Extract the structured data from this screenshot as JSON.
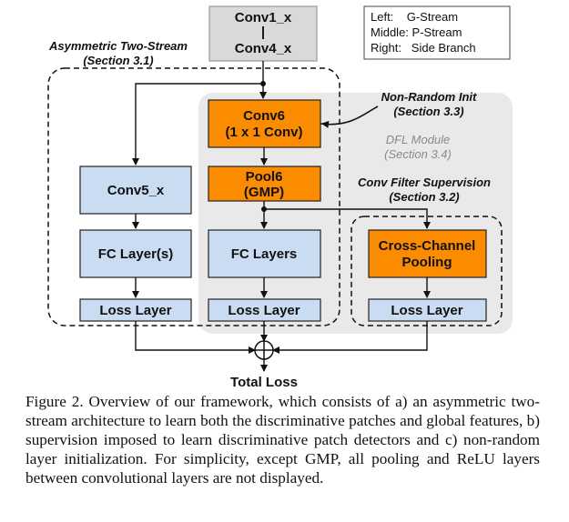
{
  "diagram": {
    "legend": [
      "Left:    G-Stream",
      "Middle: P-Stream",
      "Right:   Side Branch"
    ],
    "top_block": [
      "Conv1_x",
      "|",
      "Conv4_x"
    ],
    "left_group_title": [
      "Asymmetric Two-Stream",
      "(Section 3.1)"
    ],
    "non_random_note": [
      "Non-Random Init",
      "(Section 3.3)"
    ],
    "dfl_note": [
      "DFL Module",
      "(Section 3.4)"
    ],
    "supervision_note": [
      "Conv Filter Supervision",
      "(Section 3.2)"
    ],
    "conv6": [
      "Conv6",
      "(1 x 1 Conv)"
    ],
    "pool6": [
      "Pool6",
      "(GMP)"
    ],
    "conv5": "Conv5_x",
    "fc_left": "FC Layer(s)",
    "fc_mid": "FC Layers",
    "cross_channel": [
      "Cross-Channel",
      "Pooling"
    ],
    "loss_left": "Loss Layer",
    "loss_mid": "Loss Layer",
    "loss_right": "Loss Layer",
    "total_loss": "Total Loss",
    "colors": {
      "blue_box": "#c9dcf1",
      "orange_box": "#fb8c00",
      "grey_block": "#d9d9d9",
      "dfl_region": "#e9e9e9"
    }
  },
  "caption": "Figure 2.   Overview of our framework, which consists of a) an asymmetric two-stream architecture to learn both the discriminative patches and global features, b) supervision imposed to learn discriminative patch detectors and c) non-random layer initialization.  For simplicity, except GMP, all pooling and ReLU layers between convolutional layers are not displayed."
}
